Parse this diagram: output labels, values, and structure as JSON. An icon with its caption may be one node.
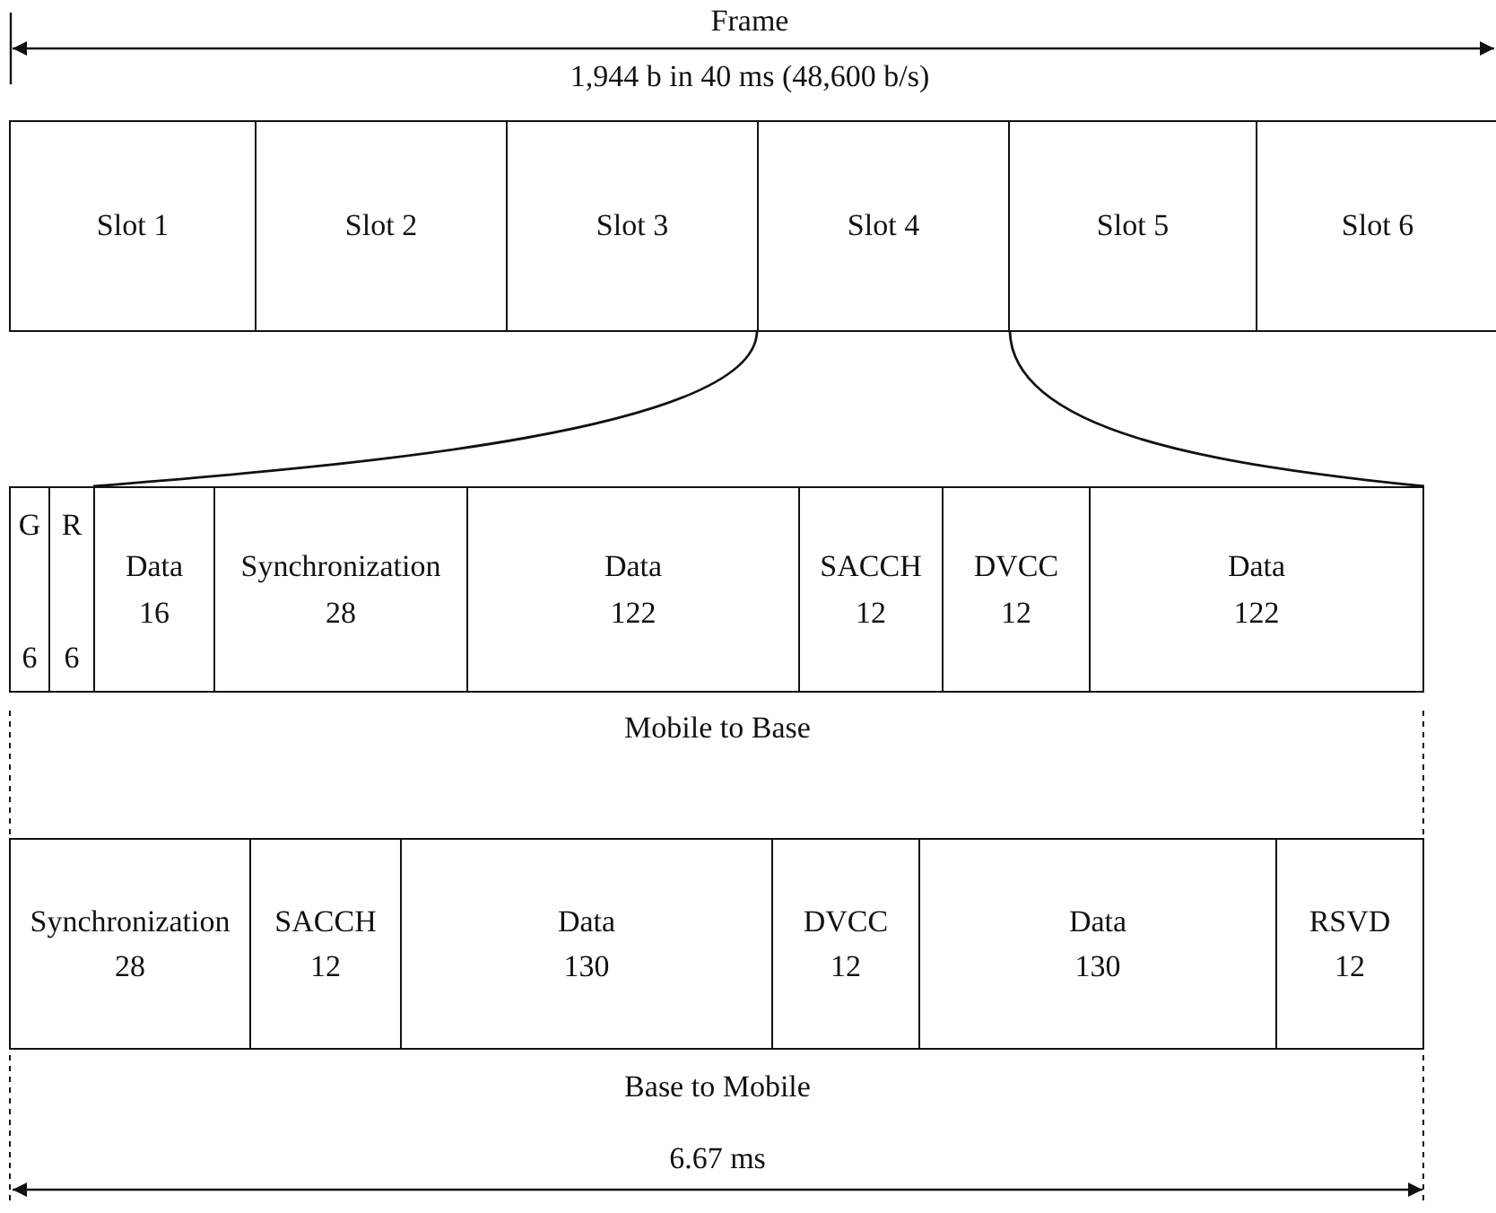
{
  "diagram": {
    "nodes": [
      {
        "text": [
          "Slot 1"
        ]
      },
      {
        "text": [
          "Slot 2"
        ]
      },
      {
        "text": [
          "Slot 3"
        ]
      },
      {
        "text": [
          "Slot 4"
        ]
      },
      {
        "text": [
          "Slot 5"
        ]
      },
      {
        "text": [
          "Slot 6"
        ]
      },
      {
        "text": [
          "G",
          "6"
        ]
      },
      {
        "text": [
          "R",
          "6"
        ]
      },
      {
        "text": [
          "Data",
          "16"
        ]
      },
      {
        "text": [
          "Synchronization",
          "28"
        ]
      },
      {
        "text": [
          "Data",
          "122"
        ]
      },
      {
        "text": [
          "SACCH",
          "12"
        ]
      },
      {
        "text": [
          "DVCC",
          "12"
        ]
      },
      {
        "text": [
          "Data",
          "122"
        ]
      },
      {
        "text": [
          "Synchronization",
          "28"
        ]
      },
      {
        "text": [
          "SACCH",
          "12"
        ]
      },
      {
        "text": [
          "Data",
          "130"
        ]
      },
      {
        "text": [
          "DVCC",
          "12"
        ]
      },
      {
        "text": [
          "Data",
          "130"
        ]
      },
      {
        "text": [
          "RSVD",
          "12"
        ]
      }
    ],
    "edges": [
      {
        "from": 3,
        "to": 8,
        "arrow": "none"
      },
      {
        "from": 3,
        "to": 13,
        "arrow": "none"
      }
    ],
    "labels": [
      "Frame",
      "1,944 b in 40 ms (48,600 b/s)",
      "Mobile to Base",
      "Base to Mobile",
      "6.67 ms"
    ]
  }
}
